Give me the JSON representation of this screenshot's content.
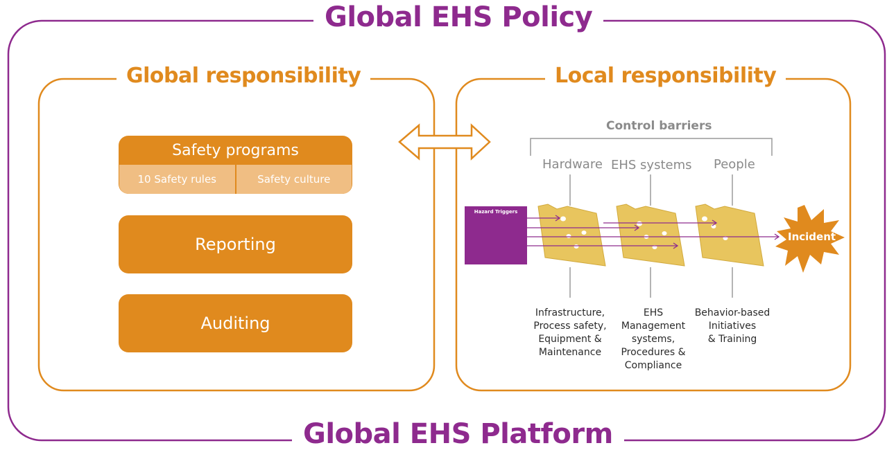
{
  "policy_title": "Global EHS Policy",
  "platform_title": "Global EHS Platform",
  "global_panel": {
    "title": "Global responsibility",
    "safety_programs": {
      "title": "Safety programs",
      "items": [
        "10 Safety rules",
        "Safety culture"
      ]
    },
    "reporting_label": "Reporting",
    "auditing_label": "Auditing"
  },
  "local_panel": {
    "title": "Local responsibility",
    "control_barriers_label": "Control barriers",
    "barriers": [
      {
        "name": "Hardware",
        "description": "Infrastructure,\nProcess safety,\nEquipment &\nMaintenance"
      },
      {
        "name": "EHS systems",
        "description": "EHS\nManagement\nsystems,\nProcedures &\nCompliance"
      },
      {
        "name": "People",
        "description": "Behavior-based\nInitiatives\n& Training"
      }
    ],
    "hazard_label": "Hazard Triggers",
    "incident_label": "Incident"
  },
  "colors": {
    "policy_purple": "#8e2a8e",
    "orange": "#e08a1e",
    "light_orange": "#f0be83",
    "cheese": "#e8c55e",
    "gray": "#8a8a8a"
  }
}
